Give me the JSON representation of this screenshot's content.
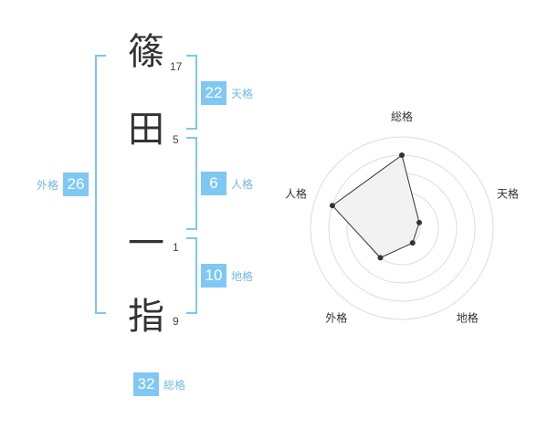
{
  "name": {
    "chars": [
      {
        "char": "篠",
        "strokes": "17"
      },
      {
        "char": "田",
        "strokes": "5"
      },
      {
        "char": "一",
        "strokes": "1"
      },
      {
        "char": "指",
        "strokes": "9"
      }
    ]
  },
  "fortunes": {
    "tenkaku": {
      "value": "22",
      "label": "天格"
    },
    "jinkaku": {
      "value": "6",
      "label": "人格"
    },
    "chikaku": {
      "value": "10",
      "label": "地格"
    },
    "gaikaku": {
      "value": "26",
      "label": "外格"
    },
    "soukaku": {
      "value": "32",
      "label": "総格"
    }
  },
  "chart_data": {
    "type": "radar",
    "axes": [
      "総格",
      "天格",
      "地格",
      "外格",
      "人格"
    ],
    "values": [
      4,
      1,
      1,
      2,
      4
    ],
    "range": [
      0,
      5
    ],
    "rings": 5,
    "fill_color": "#f2f2f2",
    "line_color": "#333333",
    "point_color": "#333333",
    "ring_color": "#dddddd"
  }
}
